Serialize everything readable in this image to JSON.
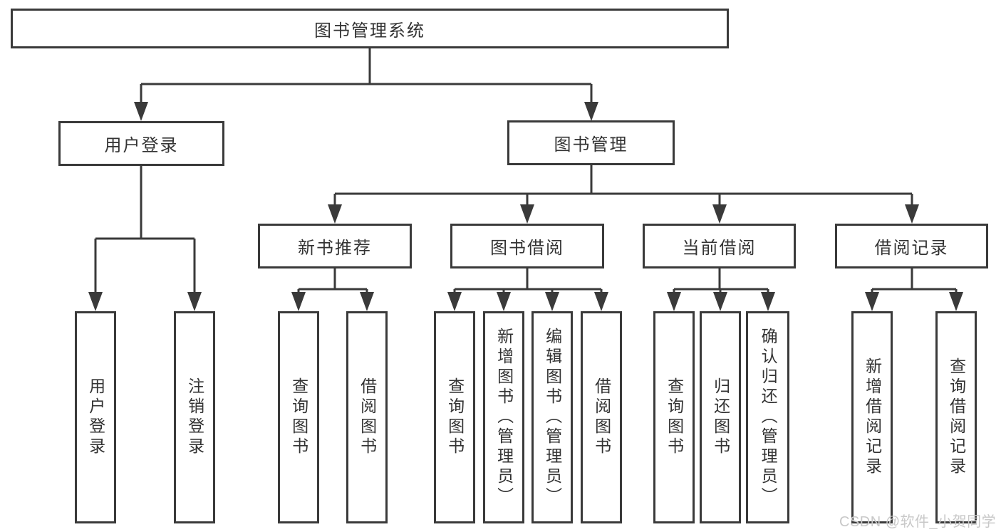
{
  "diagram": {
    "root": {
      "label": "图书管理系统"
    },
    "level2": [
      {
        "label": "用户登录"
      },
      {
        "label": "图书管理"
      }
    ],
    "level3": [
      {
        "label": "新书推荐"
      },
      {
        "label": "图书借阅"
      },
      {
        "label": "当前借阅"
      },
      {
        "label": "借阅记录"
      }
    ],
    "leaves": {
      "user_login": [
        {
          "label": "用户登录"
        },
        {
          "label": "注销登录"
        }
      ],
      "new_books": [
        {
          "label": "查询图书"
        },
        {
          "label": "借阅图书"
        }
      ],
      "book_borrow": [
        {
          "label": "查询图书"
        },
        {
          "label": "新增图书（管理员）"
        },
        {
          "label": "编辑图书（管理员）"
        },
        {
          "label": "借阅图书"
        }
      ],
      "current_borrow": [
        {
          "label": "查询图书"
        },
        {
          "label": "归还图书"
        },
        {
          "label": "确认归还（管理员）"
        }
      ],
      "borrow_records": [
        {
          "label": "新增借阅记录"
        },
        {
          "label": "查询借阅记录"
        }
      ]
    },
    "colors": {
      "line": "#3a3a3a",
      "text": "#333333",
      "background": "#ffffff",
      "watermark": "#c8c8c8"
    }
  },
  "watermark": {
    "text": "CSDN @软件_小贺同学"
  }
}
